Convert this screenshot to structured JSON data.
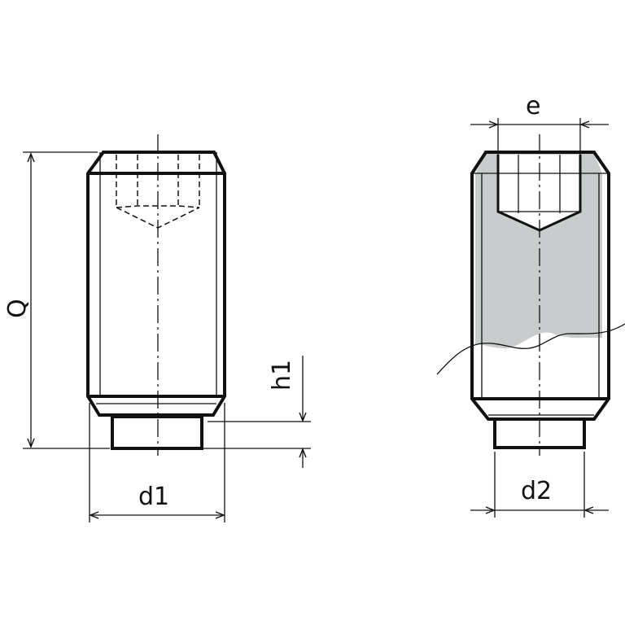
{
  "labels": {
    "Q": "Q",
    "h1": "h1",
    "d1": "d1",
    "e": "e",
    "d2": "d2"
  },
  "colors": {
    "line": "#111111",
    "section_fill": "#c8cccd"
  }
}
